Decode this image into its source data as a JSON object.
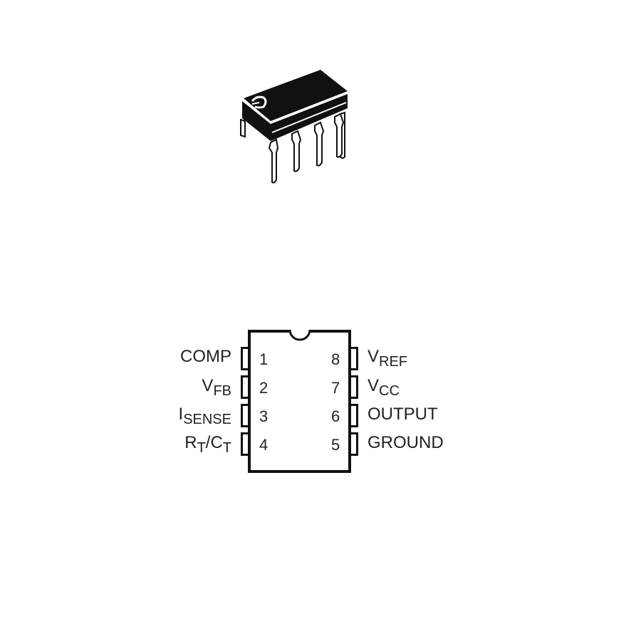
{
  "package": {
    "type": "DIP-8",
    "description": "8-pin dual in-line package illustration"
  },
  "pinout": {
    "left_pins": [
      {
        "number": "1",
        "label_main": "COMP",
        "label_sub": ""
      },
      {
        "number": "2",
        "label_main": "V",
        "label_sub": "FB"
      },
      {
        "number": "3",
        "label_main": "I",
        "label_sub": "SENSE"
      },
      {
        "number": "4",
        "label_main": "R",
        "label_sub": "T",
        "label_mid": "/C",
        "label_sub2": "T"
      }
    ],
    "right_pins": [
      {
        "number": "8",
        "label_main": "V",
        "label_sub": "REF"
      },
      {
        "number": "7",
        "label_main": "V",
        "label_sub": "CC"
      },
      {
        "number": "6",
        "label_main": "OUTPUT",
        "label_sub": ""
      },
      {
        "number": "5",
        "label_main": "GROUND",
        "label_sub": ""
      }
    ]
  },
  "colors": {
    "outline": "#111111",
    "text": "#222222",
    "background": "#ffffff"
  }
}
